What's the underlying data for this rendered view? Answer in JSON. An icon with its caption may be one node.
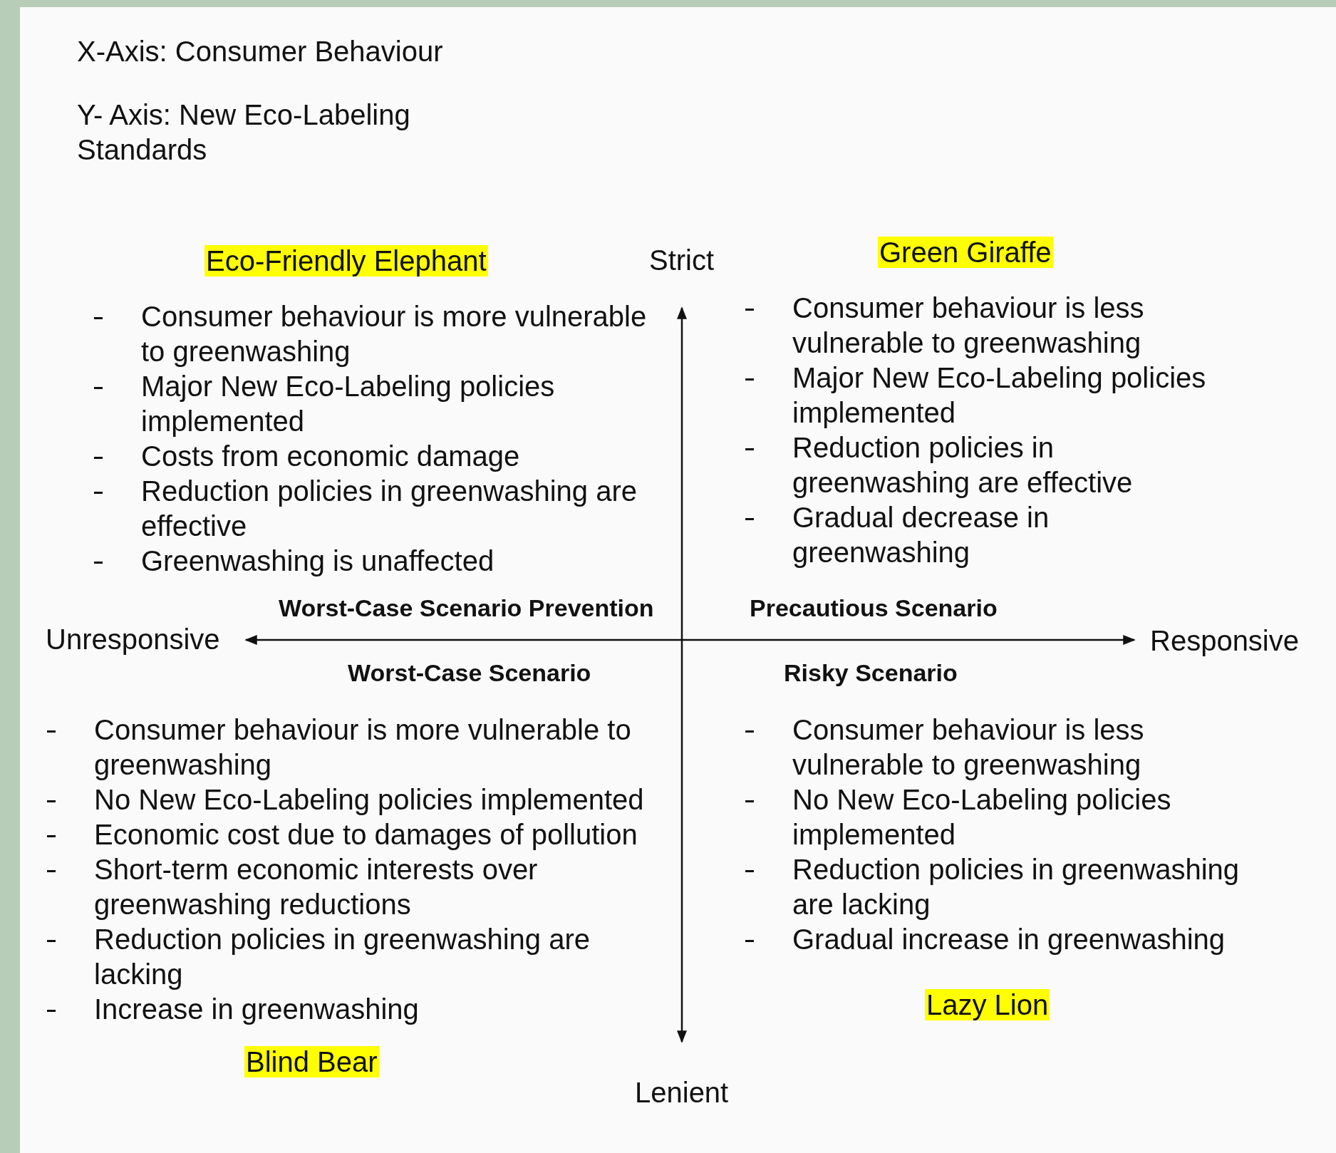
{
  "diagram": {
    "labels": [
      "X-Axis: Consumer Behaviour",
      "Y- Axis: New Eco-Labeling Standards",
      "Eco-Friendly Elephant",
      "Strict",
      "Green Giraffe",
      "Consumer behaviour is more vulnerable to greenwashing",
      "Major New Eco-Labeling policies implemented",
      "Costs from economic damage",
      "Reduction policies in greenwashing are effective",
      "Greenwashing is unaffected",
      "Consumer behaviour is less vulnerable to greenwashing",
      "Major New Eco-Labeling policies implemented",
      "Reduction policies in greenwashing are effective",
      "Gradual decrease in greenwashing",
      "Worst-Case Scenario Prevention",
      "Precautious Scenario",
      "Unresponsive",
      "Responsive",
      "Worst-Case Scenario",
      "Risky Scenario",
      "Consumer behaviour is more vulnerable to greenwashing",
      "No New Eco-Labeling policies implemented",
      "Economic cost due to damages of pollution",
      "Short-term economic interests over greenwashing reductions",
      "Reduction policies in greenwashing are lacking",
      "Increase in greenwashing",
      "Consumer behaviour is less vulnerable to greenwashing",
      "No New Eco-Labeling policies implemented",
      "Reduction policies in greenwashing are lacking",
      "Gradual increase in greenwashing",
      "Lazy Lion",
      "Blind Bear",
      "Lenient"
    ]
  }
}
